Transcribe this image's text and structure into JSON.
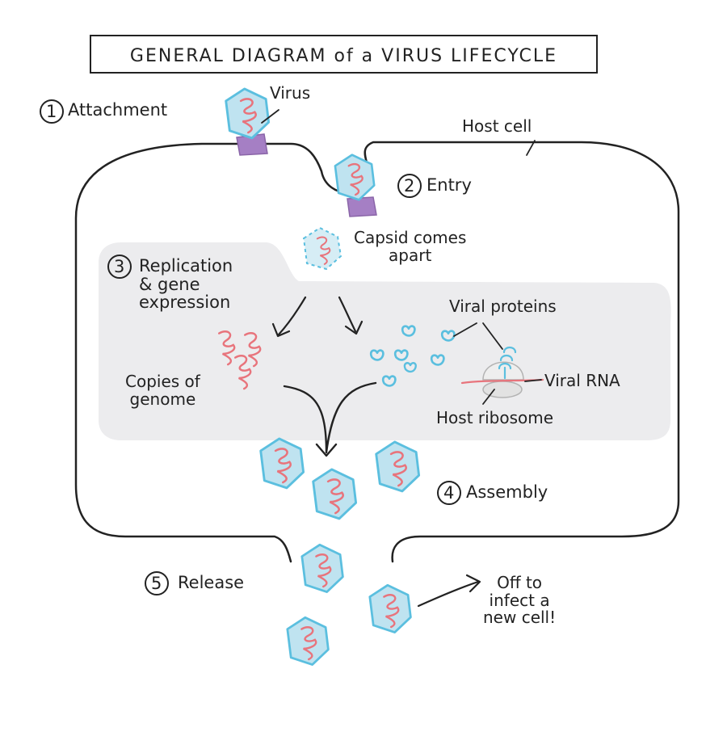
{
  "title": "GENERAL DIAGRAM of a VIRUS LIFECYCLE",
  "labels": {
    "virus": "Virus",
    "host_cell": "Host cell",
    "capsid_comes_apart": "Capsid comes\napart",
    "copies_of_genome": "Copies of\ngenome",
    "viral_proteins": "Viral proteins",
    "viral_rna": "Viral RNA",
    "host_ribosome": "Host ribosome",
    "off_to_infect": "Off to\ninfect a\nnew cell!"
  },
  "steps": [
    {
      "number": "1",
      "label": "Attachment"
    },
    {
      "number": "2",
      "label": "Entry"
    },
    {
      "number": "3",
      "label": "Replication\n& gene\nexpression"
    },
    {
      "number": "4",
      "label": "Assembly"
    },
    {
      "number": "5",
      "label": "Release"
    }
  ],
  "colors": {
    "capsid_fill": "#bfe3f0",
    "capsid_stroke": "#5bbfdf",
    "genome_rna": "#e8747c",
    "receptor": "#a57fc4",
    "cytoplasm_shade": "#ececee",
    "ribosome": "#e2e2e2",
    "outline": "#222222"
  }
}
